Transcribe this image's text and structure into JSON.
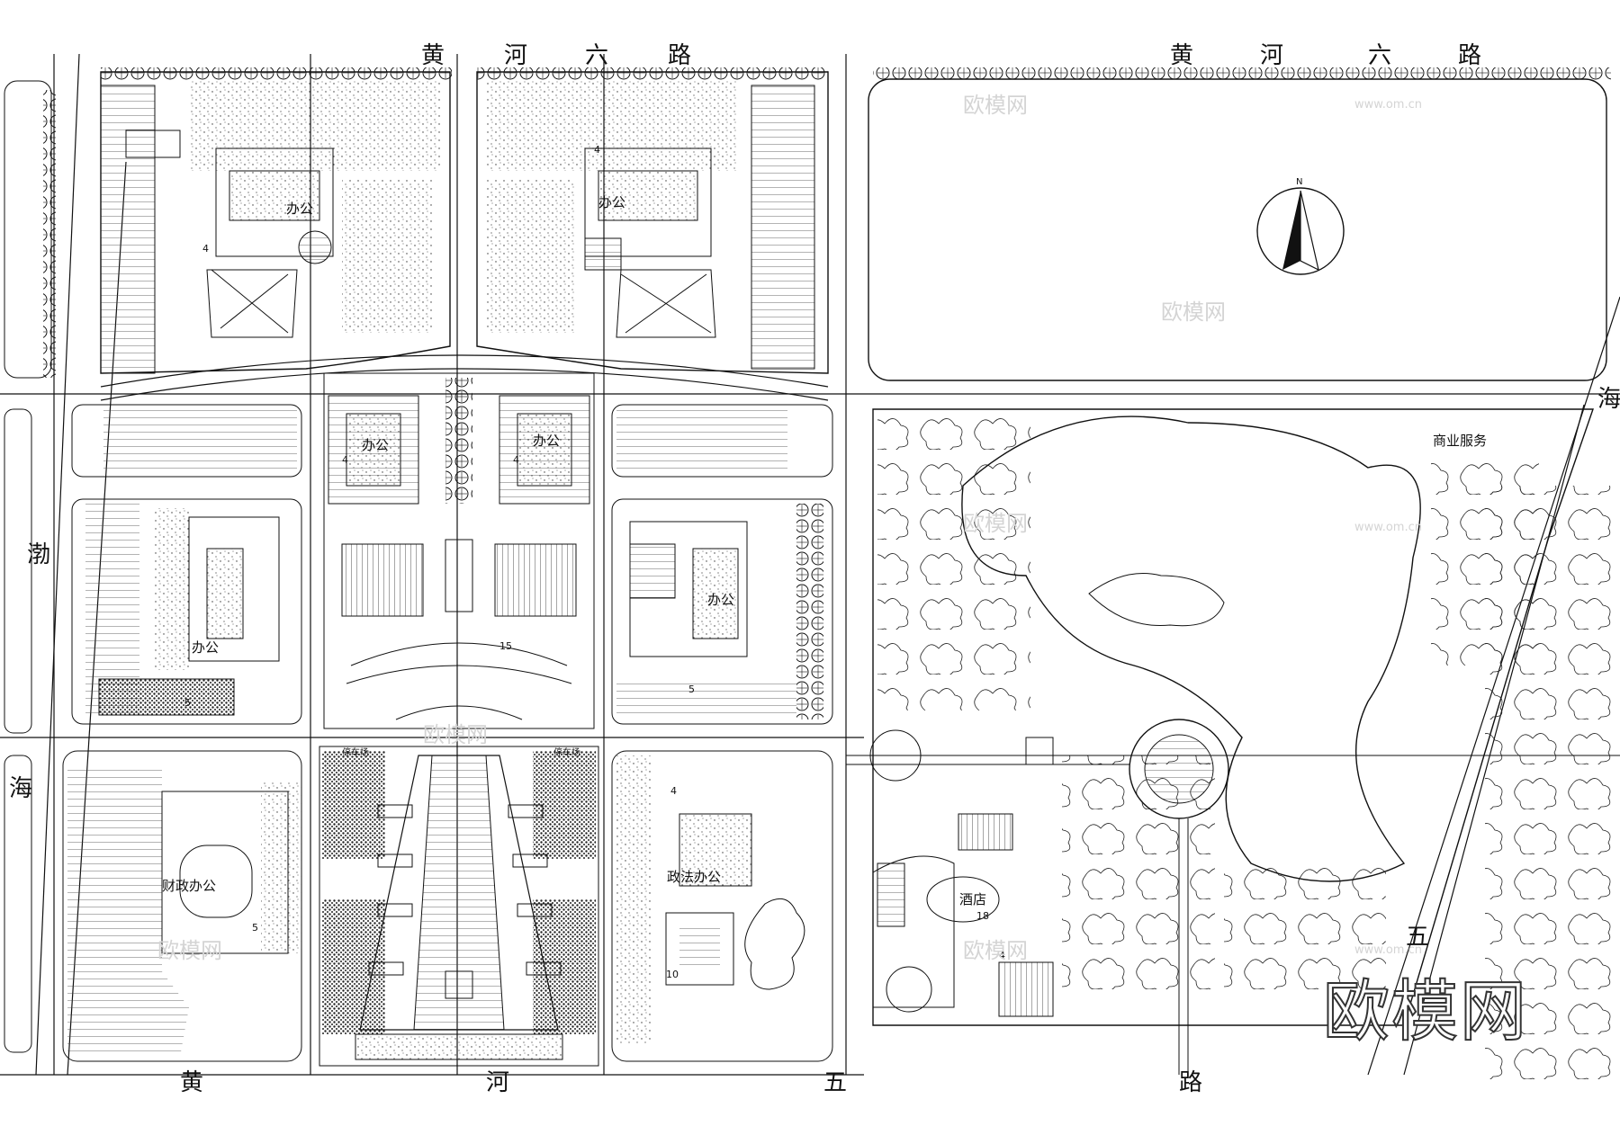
{
  "roads": {
    "north_left": [
      "黄",
      "河",
      "六",
      "路"
    ],
    "north_right": [
      "黄",
      "河",
      "六",
      "路"
    ],
    "south": [
      "黄",
      "河",
      "五",
      "路"
    ],
    "west": [
      "渤",
      "海"
    ],
    "east": [
      "海",
      "五"
    ]
  },
  "buildings": [
    {
      "name": "办公",
      "floors": "4"
    },
    {
      "name": "办公",
      "floors": "4"
    },
    {
      "name": "办公",
      "floors": "4"
    },
    {
      "name": "办公",
      "floors": "4"
    },
    {
      "name": "办公",
      "floors": "5"
    },
    {
      "name": "办公",
      "floors": "5"
    },
    {
      "name": "财政办公",
      "floors": "5"
    },
    {
      "name": "政法办公",
      "floors": "4"
    },
    {
      "name": "酒店",
      "floors": "18"
    },
    {
      "name": "商业服务",
      "floors": ""
    }
  ],
  "plaza_labels": [
    "停车场",
    "停车场",
    "15",
    "10",
    "4"
  ],
  "compass": {
    "label": "N"
  },
  "watermark": {
    "text": "欧模网",
    "url": "www.om.cn"
  },
  "brand": "欧模网",
  "colors": {
    "line": "#111111",
    "paper": "#ffffff",
    "watermark": "#d4d4d4"
  }
}
